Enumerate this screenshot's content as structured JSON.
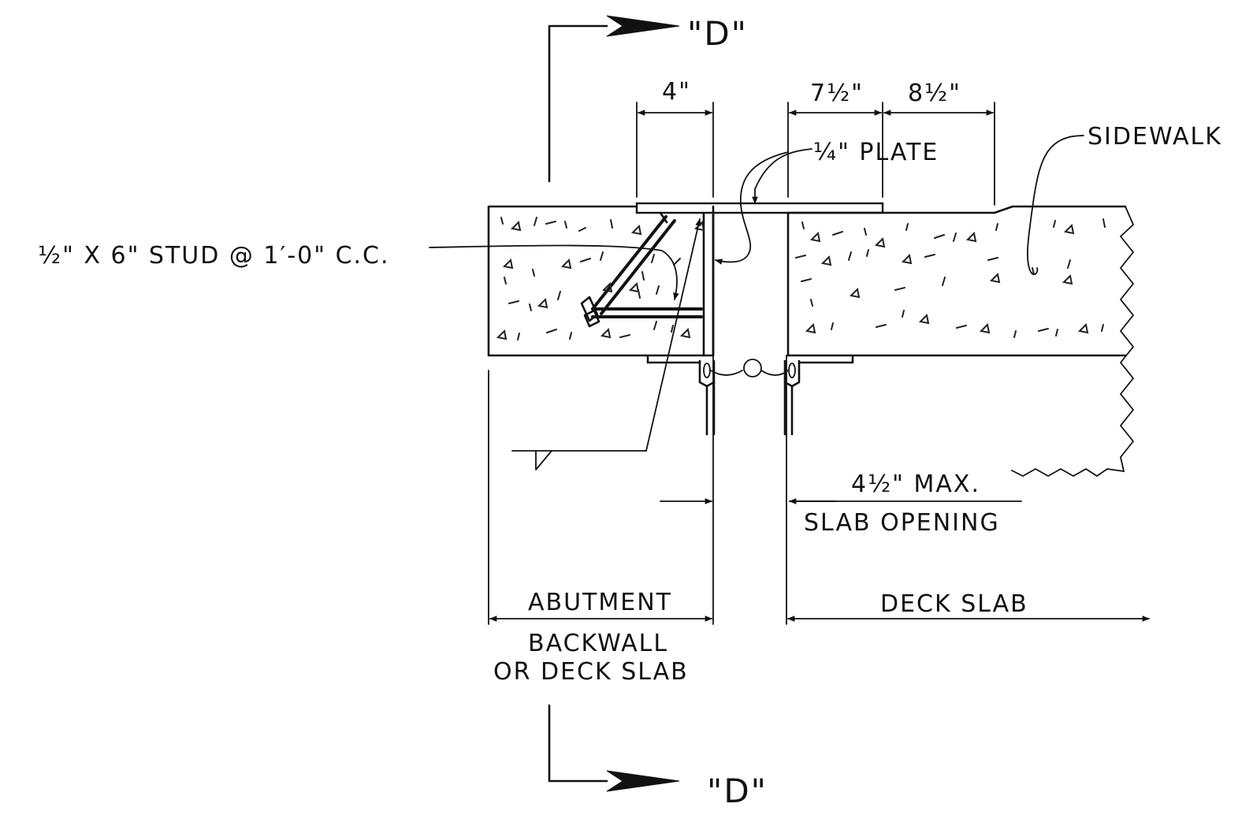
{
  "section_marker": {
    "top": "\"D\"",
    "bottom": "\"D\""
  },
  "dimensions": {
    "plate_leg": "4\"",
    "seven_half": "7½\"",
    "eight_half": "8½\"",
    "slab_opening_max": "4½\" MAX."
  },
  "labels": {
    "plate": "¼\" PLATE",
    "sidewalk": "SIDEWALK",
    "stud": "½\" X 6\" STUD @ 1′-0\" C.C.",
    "slab_opening": "SLAB OPENING",
    "abutment": "ABUTMENT",
    "backwall_line1": "BACKWALL",
    "backwall_line2": "OR DECK SLAB",
    "deck_slab": "DECK SLAB"
  }
}
